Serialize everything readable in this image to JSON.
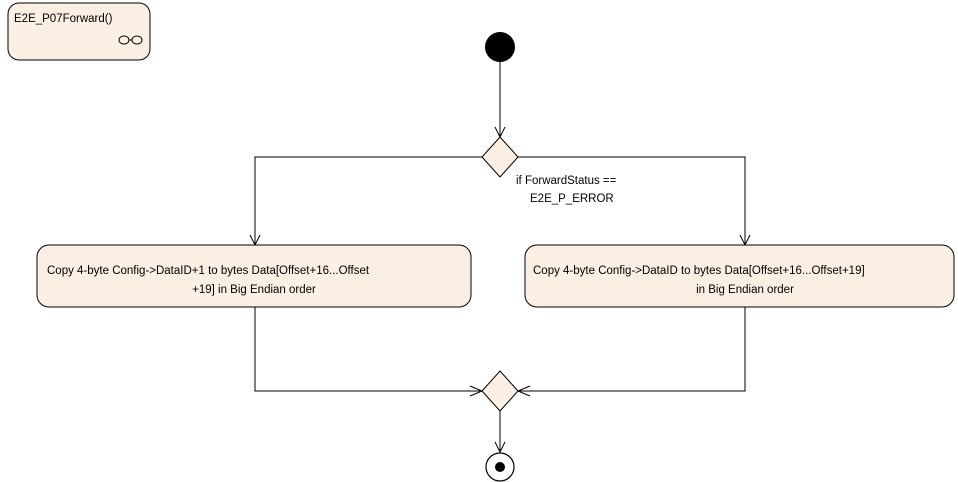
{
  "activity": {
    "name": "E2E_P07Forward()"
  },
  "decision": {
    "guard_line1": "if ForwardStatus ==",
    "guard_line2": "E2E_P_ERROR"
  },
  "actions": {
    "left": {
      "line1": "Copy 4-byte Config->DataID+1 to bytes Data[Offset+16...Offset",
      "line2": "+19] in Big Endian order"
    },
    "right": {
      "line1": "Copy 4-byte Config->DataID to bytes Data[Offset+16...Offset+19]",
      "line2": "in Big Endian order"
    }
  },
  "colors": {
    "node_fill": "#fbefe3",
    "stroke": "#000000"
  }
}
